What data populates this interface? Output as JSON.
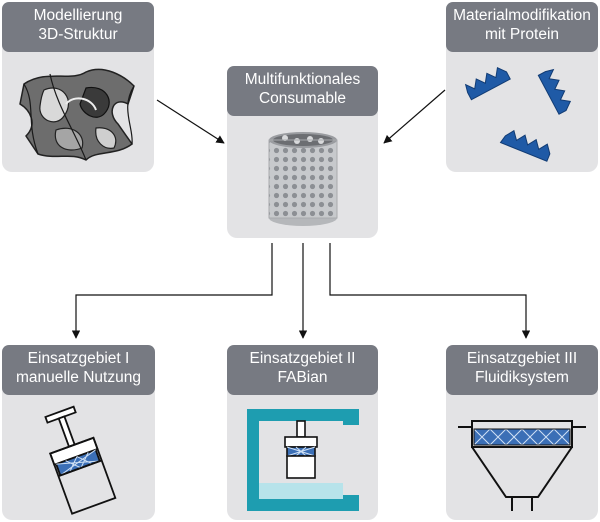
{
  "nodes": {
    "modelling": {
      "line1": "Modellierung",
      "line2": "3D-Struktur"
    },
    "material": {
      "line1": "Materialmodifikation",
      "line2": "mit Protein"
    },
    "consumable": {
      "line1": "Multifunktionales",
      "line2": "Consumable"
    },
    "use_manual": {
      "line1": "Einsatzgebiet I",
      "line2": "manuelle Nutzung"
    },
    "use_fabian": {
      "line1": "Einsatzgebiet II",
      "line2": "FABian"
    },
    "use_fluidic": {
      "line1": "Einsatzgebiet III",
      "line2": "Fluidiksystem"
    }
  },
  "colors": {
    "panel": "#e3e3e5",
    "title_bg": "#777a82",
    "title_text": "#ffffff",
    "protein_blue": "#1f5aa6",
    "frame_teal": "#1e9db0",
    "fluid": "#b7e3ea"
  },
  "icons": {
    "modelling": "3d-lattice-structure-icon",
    "material": "protein-molecule-icon",
    "consumable": "porous-cylinder-icon",
    "use_manual": "syringe-icon",
    "use_fabian": "fabian-device-icon",
    "use_fluidic": "fluidic-chamber-icon"
  }
}
